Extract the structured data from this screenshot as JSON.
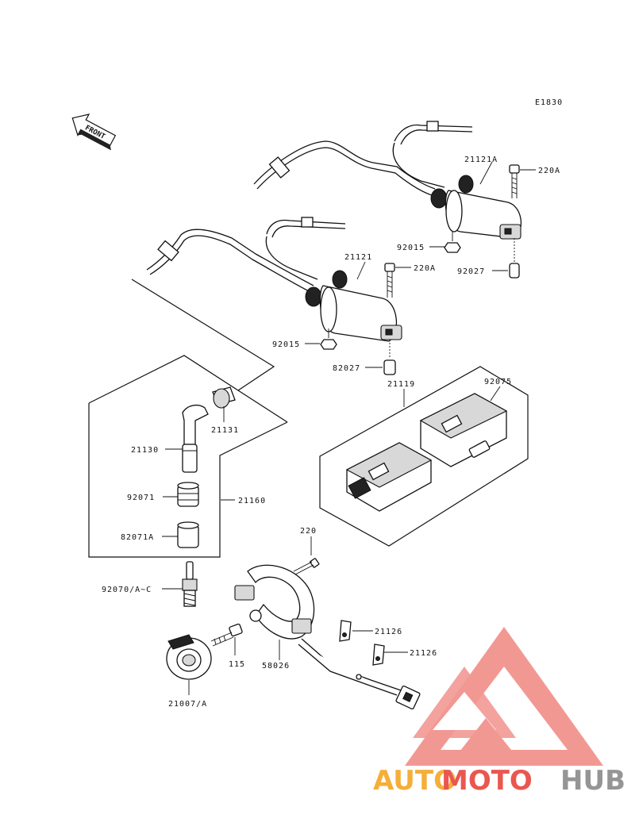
{
  "diagram_code": "E1830",
  "front_label": "FRONT",
  "parts": {
    "coil_rear": "21121A",
    "bolt_rear": "220A",
    "nut_rear": "92015",
    "cap_rear": "92027",
    "coil_front": "21121",
    "bolt_front": "220A",
    "nut_front": "92015",
    "cap_front": "82027",
    "igniter": "21119",
    "igniter_alt": "92075",
    "cap_assy": "21160",
    "plug_cap_seal": "21131",
    "plug_cap": "21130",
    "seal_a": "92071",
    "seal_b": "82071A",
    "screw_pickup": "220",
    "spark_plug": "92070/A~C",
    "bracket_1": "21126",
    "bracket_2": "21126",
    "bolt_rotor": "115",
    "pickup": "58026",
    "rotor": "21007/A"
  },
  "watermark": {
    "part1": "AUTO",
    "part2": "MOTO",
    "part3": "HUB",
    "color_orange": "#f5a623",
    "color_red": "#e8453c",
    "color_gray": "#8a8a8a"
  }
}
